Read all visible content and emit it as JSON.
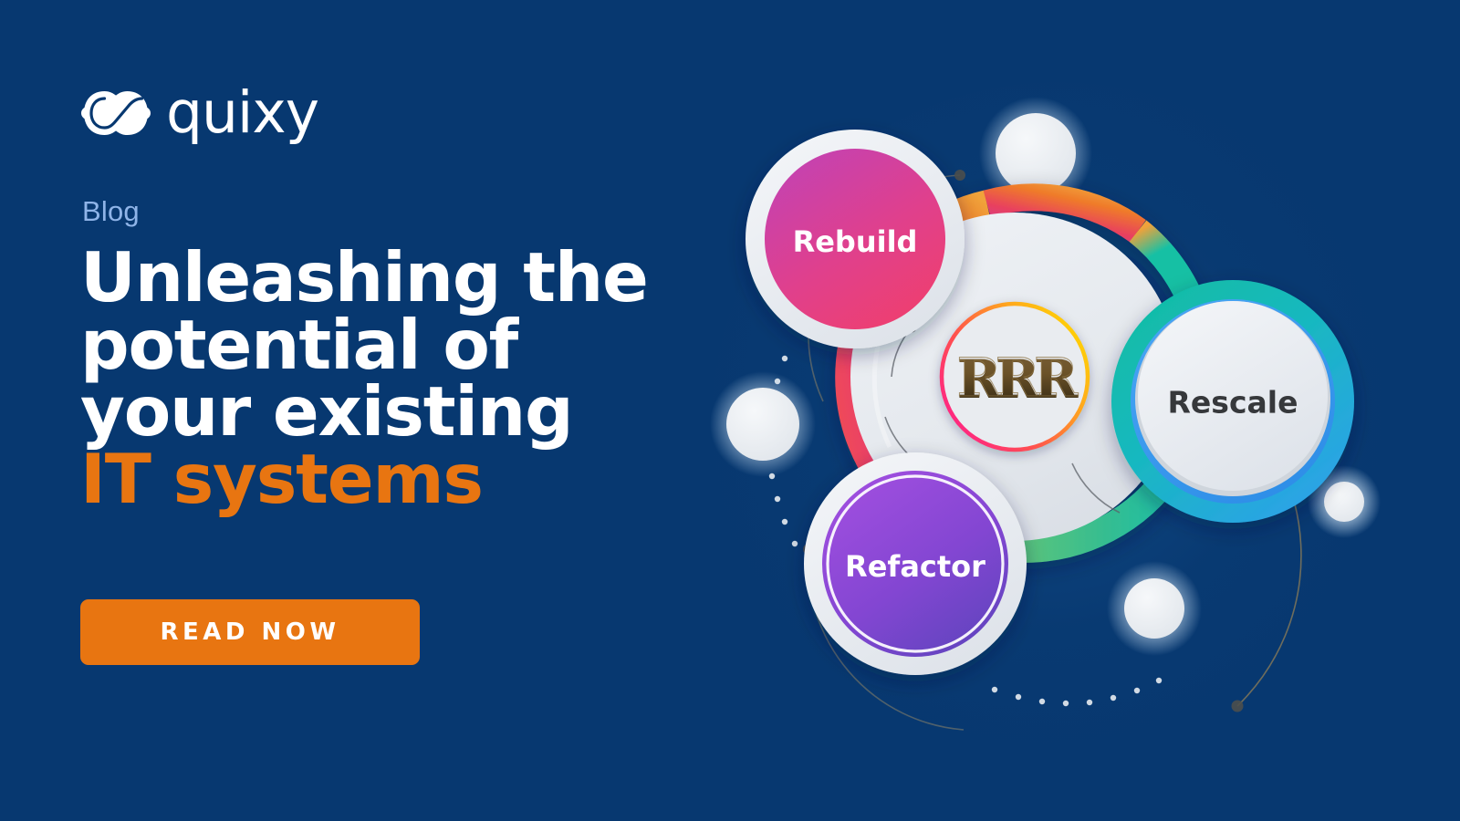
{
  "brand": {
    "name": "quixy",
    "logo_icon": "quixy-infinity-loop-logo",
    "logo_color": "#ffffff"
  },
  "colors": {
    "background": "#073870",
    "accent_orange": "#e87511",
    "eyebrow_blue": "#8fb4e8",
    "text_white": "#ffffff",
    "node_dark_text": "#36383b",
    "disc_light": "#e8ebef"
  },
  "content": {
    "eyebrow": "Blog",
    "headline_lines": [
      "Unleashing the",
      "potential of",
      "your existing"
    ],
    "headline_accent_line": "IT systems",
    "cta_label": "READ NOW"
  },
  "graphic": {
    "center_label": "RRR",
    "center_ring_gradient": [
      "#ff1e8e",
      "#ff5a3c",
      "#ffc107",
      "#ffd400"
    ],
    "outer_ring_gradient": [
      "#d1379f",
      "#e8405f",
      "#ef7a2a",
      "#21bfa0",
      "#4cc17e"
    ],
    "nodes": [
      {
        "id": "rebuild",
        "label": "Rebuild",
        "fill_start": "#c242b4",
        "fill_end": "#ef3f6e",
        "label_color": "#ffffff"
      },
      {
        "id": "rescale",
        "label": "Rescale",
        "fill_start": "#14bfa6",
        "fill_end": "#3a9bf0",
        "label_color": "#36383b"
      },
      {
        "id": "refactor",
        "label": "Refactor",
        "fill_start": "#9b4ddb",
        "fill_end": "#6a47c4",
        "label_color": "#ffffff"
      }
    ],
    "satellites": 5,
    "dotted_arcs": 3
  }
}
